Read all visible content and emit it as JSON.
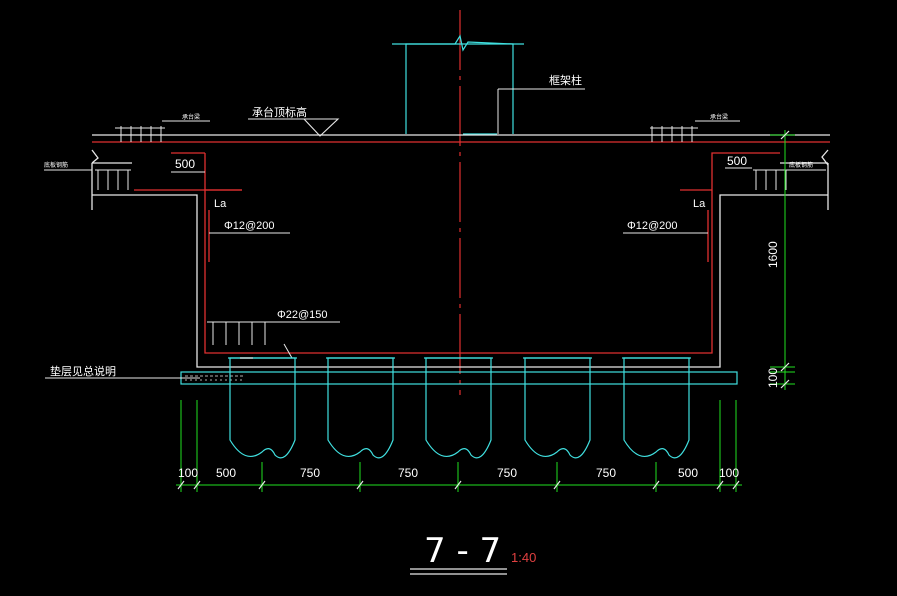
{
  "section": {
    "title": "7 - 7",
    "scale": "1:40"
  },
  "labels": {
    "cap_top_elevation": "承台顶标高",
    "frame_column": "框架柱",
    "cushion_note": "垫层见总说明",
    "beam_left": "承台梁",
    "beam_right": "承台梁",
    "slab_left": "底板钢筋",
    "slab_right": "底板钢筋"
  },
  "rebar": {
    "side_left": "Φ12@200",
    "side_right": "Φ12@200",
    "bottom": "Φ22@150",
    "anchor_left": "La",
    "anchor_right": "La",
    "ext_left": "500",
    "ext_right": "500"
  },
  "dimensions": {
    "bottom": [
      "100",
      "500",
      "750",
      "750",
      "750",
      "750",
      "500",
      "100"
    ],
    "height": "1600",
    "cushion": "100"
  },
  "colors": {
    "concrete": "#e8e8e8",
    "rebar": "#e03030",
    "centerline": "#e03030",
    "pile": "#40e0e0",
    "dimension": "#20e020",
    "leader": "#ffffff"
  }
}
